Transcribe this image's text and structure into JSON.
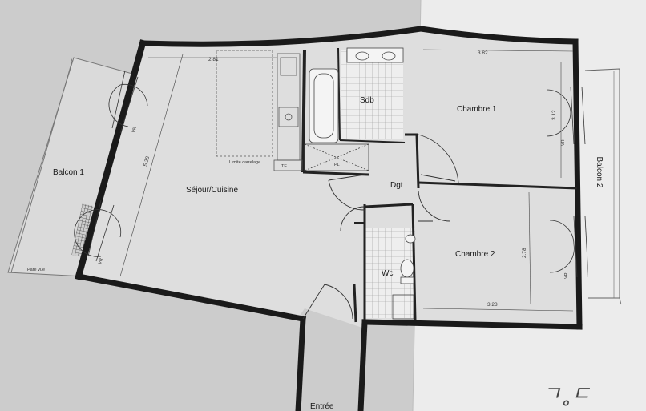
{
  "rooms": {
    "balcon1": "Balcon 1",
    "sejour": "Séjour/Cuisine",
    "sdb": "Sdb",
    "chambre1": "Chambre 1",
    "chambre2": "Chambre 2",
    "dgt": "Dgt",
    "wc": "Wc",
    "balcon2": "Balcon 2",
    "entree": "Entrée"
  },
  "dimensions": {
    "sejour_width": "2.81",
    "sejour_depth": "5.28",
    "chambre1_width": "3.82",
    "chambre1_depth": "3.12",
    "chambre2_width": "3.28",
    "chambre2_depth": "2.78"
  },
  "annotations": {
    "tiling_limit": "Limite carrelage",
    "privacy_screen": "Pare vue",
    "te": "TE",
    "pl": "PL",
    "vr": "VR"
  },
  "handwriting": "ㄱ˳ㄷ"
}
